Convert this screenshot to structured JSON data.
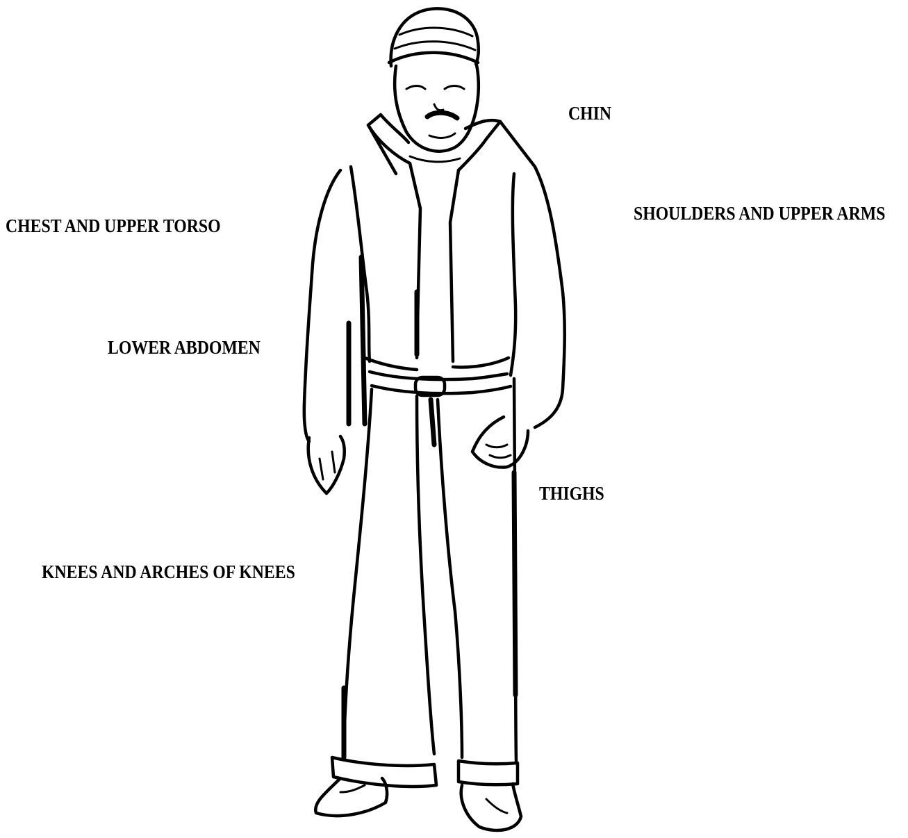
{
  "labels": {
    "chin": "CHIN",
    "chest": "CHEST AND UPPER TORSO",
    "shoulders": "SHOULDERS AND UPPER ARMS",
    "abdomen": "LOWER ABDOMEN",
    "thighs": "THIGHS",
    "knees": "KNEES AND ARCHES OF KNEES"
  },
  "colors": {
    "ink": "#000000",
    "background": "#ffffff"
  }
}
